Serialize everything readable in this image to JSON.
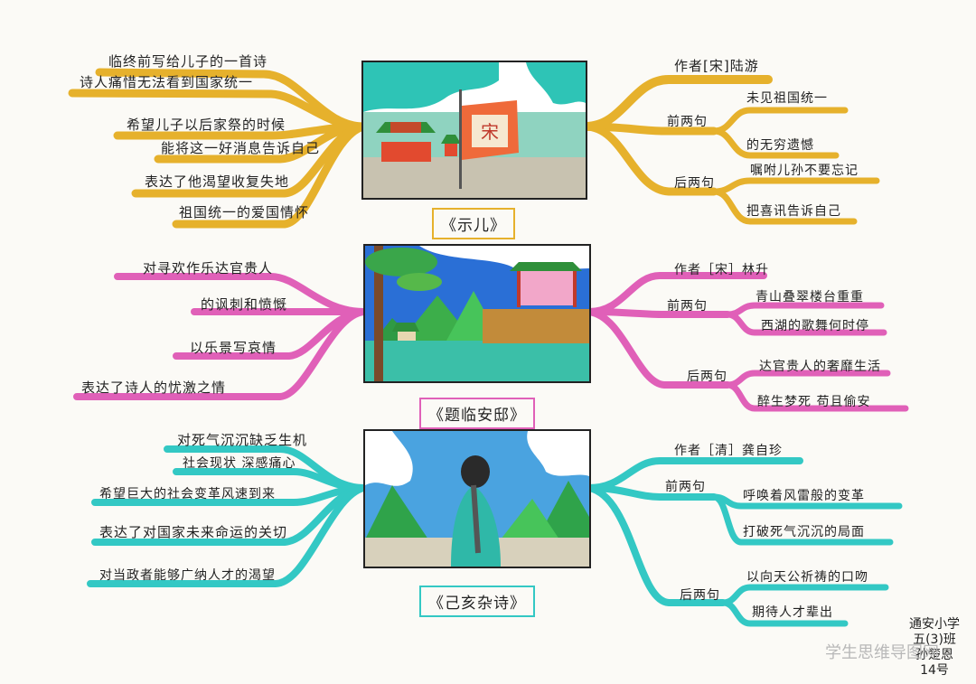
{
  "colors": {
    "poem1": "#e6b12c",
    "poem2": "#e060b8",
    "poem3": "#33c8c4"
  },
  "poem1": {
    "title": "《示儿》",
    "left": [
      "临终前写给儿子的一首诗",
      "诗人痛惜无法看到国家统一",
      "希望儿子以后家祭的时候",
      "能将这一好消息告诉自己",
      "表达了他渴望收复失地",
      "祖国统一的爱国情怀"
    ],
    "author": "作者[宋]陆游",
    "front_label": "前两句",
    "front": [
      "未见祖国统一",
      "的无穷遗憾"
    ],
    "back_label": "后两句",
    "back": [
      "嘱咐儿孙不要忘记",
      "把喜讯告诉自己"
    ],
    "flag_text": "宋"
  },
  "poem2": {
    "title": "《题临安邸》",
    "left": [
      "对寻欢作乐达官贵人",
      "的讽刺和愤慨",
      "以乐景写哀情",
      "表达了诗人的忧激之情"
    ],
    "author": "作者［宋］林升",
    "front_label": "前两句",
    "front": [
      "青山叠翠楼台重重",
      "西湖的歌舞何时停"
    ],
    "back_label": "后两句",
    "back": [
      "达官贵人的奢靡生活",
      "醉生梦死  苟且偷安"
    ]
  },
  "poem3": {
    "title": "《己亥杂诗》",
    "left": [
      "对死气沉沉缺乏生机",
      "社会现状  深感痛心",
      "希望巨大的社会变革风速到来",
      "表达了对国家未来命运的关切",
      "对当政者能够广纳人才的渴望"
    ],
    "author": "作者［清］龚自珍",
    "front_label": "前两句",
    "front": [
      "呼唤着风雷般的变革",
      "打破死气沉沉的局面"
    ],
    "back_label": "后两句",
    "back": [
      "以向天公祈祷的口吻",
      "期待人才辈出"
    ]
  },
  "signature": {
    "school": "通安小学",
    "class": "五(3)班",
    "name": "孙楚恩",
    "number": "14号"
  },
  "watermark": "学生思维导图网"
}
